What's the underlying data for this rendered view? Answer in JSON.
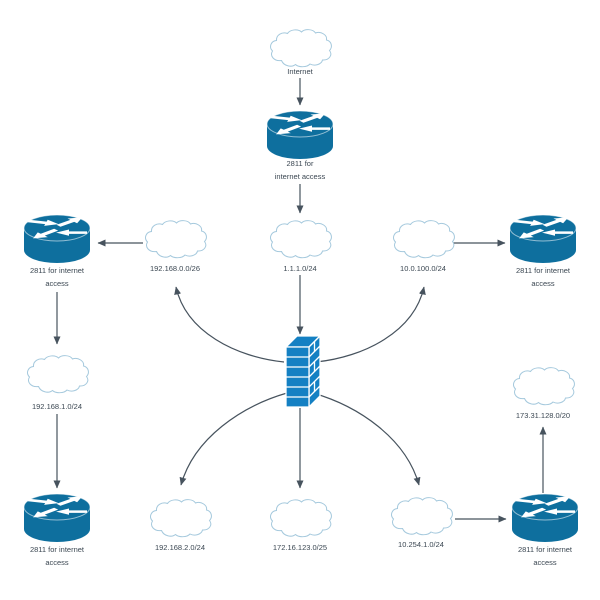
{
  "diagram_type": "network-topology",
  "colors": {
    "router": "#0e6f9e",
    "firewall": "#1480c3",
    "cloud_stroke": "#a5c9dd",
    "line": "#47535e",
    "text": "#3b4752",
    "background": "#ffffff"
  },
  "icons": {
    "cloud": "cloud-icon",
    "router": "cisco-router-icon",
    "firewall": "brick-wall-firewall-icon"
  },
  "nodes": {
    "internet_cloud": {
      "label": "Internet"
    },
    "internet_router": {
      "line1": "2811 for",
      "line2": "internet access"
    },
    "cloud_192_168_0_0_26": {
      "label": "192.168.0.0/26"
    },
    "cloud_1_1_1_0_24": {
      "label": "1.1.1.0/24"
    },
    "cloud_10_0_100_0_24": {
      "label": "10.0.100.0/24"
    },
    "router_left": {
      "line1": "2811 for internet",
      "line2": "access"
    },
    "router_right": {
      "line1": "2811 for internet",
      "line2": "access"
    },
    "cloud_192_168_1_0_24": {
      "label": "192.168.1.0/24"
    },
    "cloud_173_31_128_0_20": {
      "label": "173.31.128.0/20"
    },
    "cloud_192_168_2_0_24": {
      "label": "192.168.2.0/24"
    },
    "cloud_172_16_123_0_25": {
      "label": "172.16.123.0/25"
    },
    "cloud_10_254_1_0_24": {
      "label": "10.254.1.0/24"
    },
    "router_bottom_left": {
      "line1": "2811 for internet",
      "line2": "access"
    },
    "router_bottom_right": {
      "line1": "2811 for internet",
      "line2": "access"
    }
  }
}
